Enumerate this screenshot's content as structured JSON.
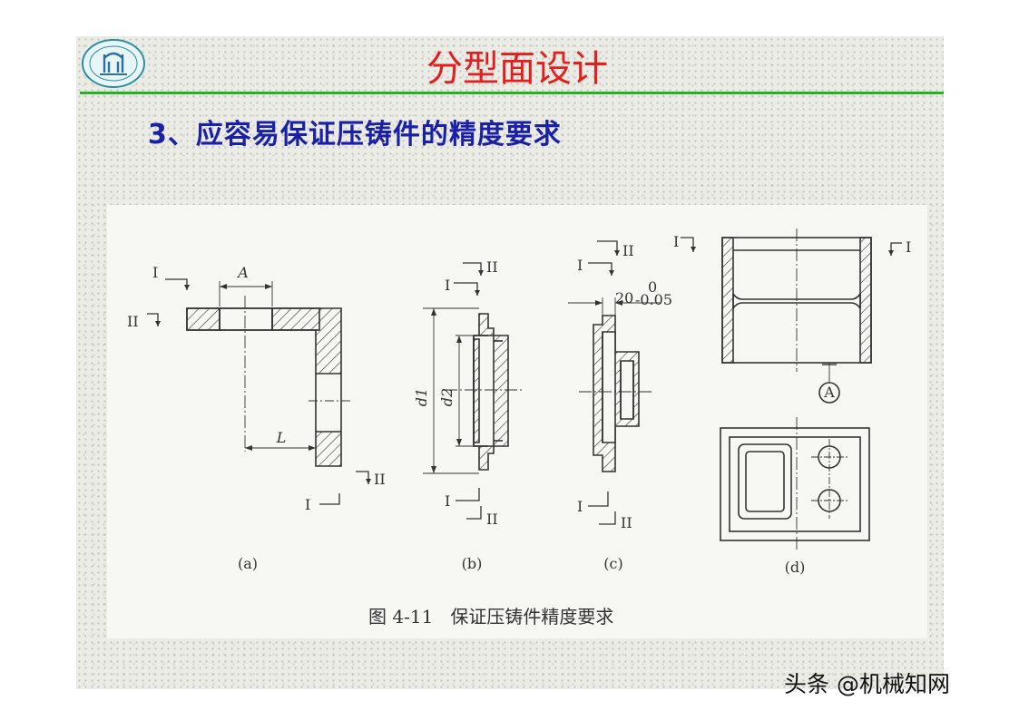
{
  "slide": {
    "title": "分型面设计",
    "subtitle": "3、应容易保证压铸件的精度要求"
  },
  "figure": {
    "panels": [
      {
        "label": "(a)",
        "dim_width": "A",
        "dim_length": "L",
        "section_marks": [
          "I",
          "II",
          "II",
          "I"
        ]
      },
      {
        "label": "(b)",
        "dim_outer": "d1",
        "dim_inner": "d2",
        "section_marks": [
          "II",
          "I",
          "I",
          "II"
        ]
      },
      {
        "label": "(c)",
        "dim_thickness": "20",
        "tolerance_upper": "0",
        "tolerance_lower": "-0.05",
        "section_marks": [
          "II",
          "I",
          "I",
          "II"
        ]
      },
      {
        "label": "(d)",
        "datum": "A",
        "section_marks": [
          "I",
          "I"
        ]
      }
    ],
    "caption": "图 4-11   保证压铸件精度要求"
  },
  "watermark": "头条 @机械知网",
  "colors": {
    "title": "#e51d1d",
    "subtitle": "#1a21a8",
    "rule": "#22b322"
  }
}
